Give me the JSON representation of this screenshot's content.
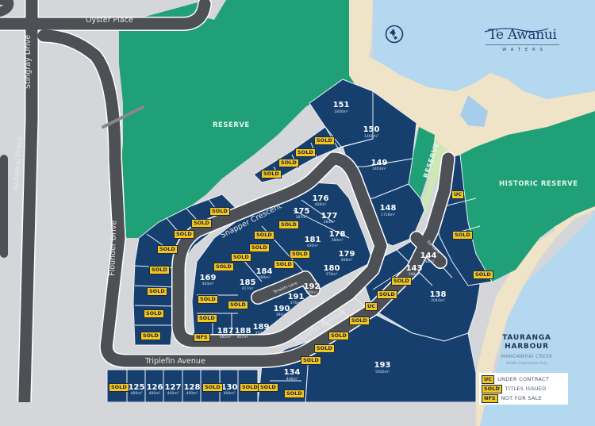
{
  "brand": {
    "title": "Te Awanui",
    "subtitle": "WATERS"
  },
  "map_icon": "north-arrow-icon",
  "roads": {
    "oyster": "Oyster Place",
    "stingray": "Stingray Drive",
    "kahawai": "Kahawai Place",
    "flounder": "Flounder Drive",
    "snapper": "Snapper Crescent",
    "triplefin_curve": "Triplefin Avenue",
    "triplefin_bottom": "Triplefin Avenue",
    "terakihi": "Terakihi Lane",
    "eel": "Eel Lane"
  },
  "reserves": {
    "main": "RESERVE",
    "strip": "RESERVE",
    "historic": "HISTORIC RESERVE"
  },
  "harbour": {
    "name_line1": "TAURANGA",
    "name_line2": "HARBOUR",
    "creek": "MANGAWHAI CREEK",
    "note": "Artists Impression Only"
  },
  "legend": [
    {
      "code": "UC",
      "label": "UNDER CONTRACT"
    },
    {
      "code": "SOLD",
      "label": "TITLES ISSUED"
    },
    {
      "code": "NFS",
      "label": "NOT FOR SALE"
    }
  ],
  "colors": {
    "lot": "#173f6e",
    "reserve": "#1fa077",
    "road": "#4d5055",
    "land": "#d4d6d9",
    "sand": "#efe3c8",
    "water": "#b4d8f0",
    "badge": "#f5c518"
  },
  "lots": [
    {
      "num": "151",
      "area": "1800m²"
    },
    {
      "num": "150",
      "area": "1468m²"
    },
    {
      "num": "149",
      "area": "1403m²"
    },
    {
      "num": "148",
      "area": "1718m²"
    },
    {
      "num": "176",
      "area": "408m²"
    },
    {
      "num": "175",
      "area": "387m²"
    },
    {
      "num": "177",
      "area": "384m²"
    },
    {
      "num": "178",
      "area": "384m²"
    },
    {
      "num": "181",
      "area": "430m²"
    },
    {
      "num": "179",
      "area": "408m²"
    },
    {
      "num": "180",
      "area": "376m²"
    },
    {
      "num": "184",
      "area": "389m²"
    },
    {
      "num": "169",
      "area": "404m²"
    },
    {
      "num": "185",
      "area": "417m²"
    },
    {
      "num": "192",
      "area": "389m²"
    },
    {
      "num": "191",
      "area": "376m²"
    },
    {
      "num": "190",
      "area": "390m²"
    },
    {
      "num": "187",
      "area": "482m²"
    },
    {
      "num": "188",
      "area": "407m²"
    },
    {
      "num": "189",
      "area": "402m²"
    },
    {
      "num": "144",
      "area": "388m²"
    },
    {
      "num": "143",
      "area": "388m²"
    },
    {
      "num": "138",
      "area": "2044m²"
    },
    {
      "num": "193",
      "area": "5926m²"
    },
    {
      "num": "134",
      "area": "446m²"
    },
    {
      "num": "125",
      "area": "400m²"
    },
    {
      "num": "126",
      "area": "400m²"
    },
    {
      "num": "127",
      "area": "400m²"
    },
    {
      "num": "128",
      "area": "400m²"
    },
    {
      "num": "130",
      "area": "400m²"
    }
  ],
  "badges": {
    "sold": "SOLD",
    "uc": "UC",
    "nfs": "NFS"
  }
}
